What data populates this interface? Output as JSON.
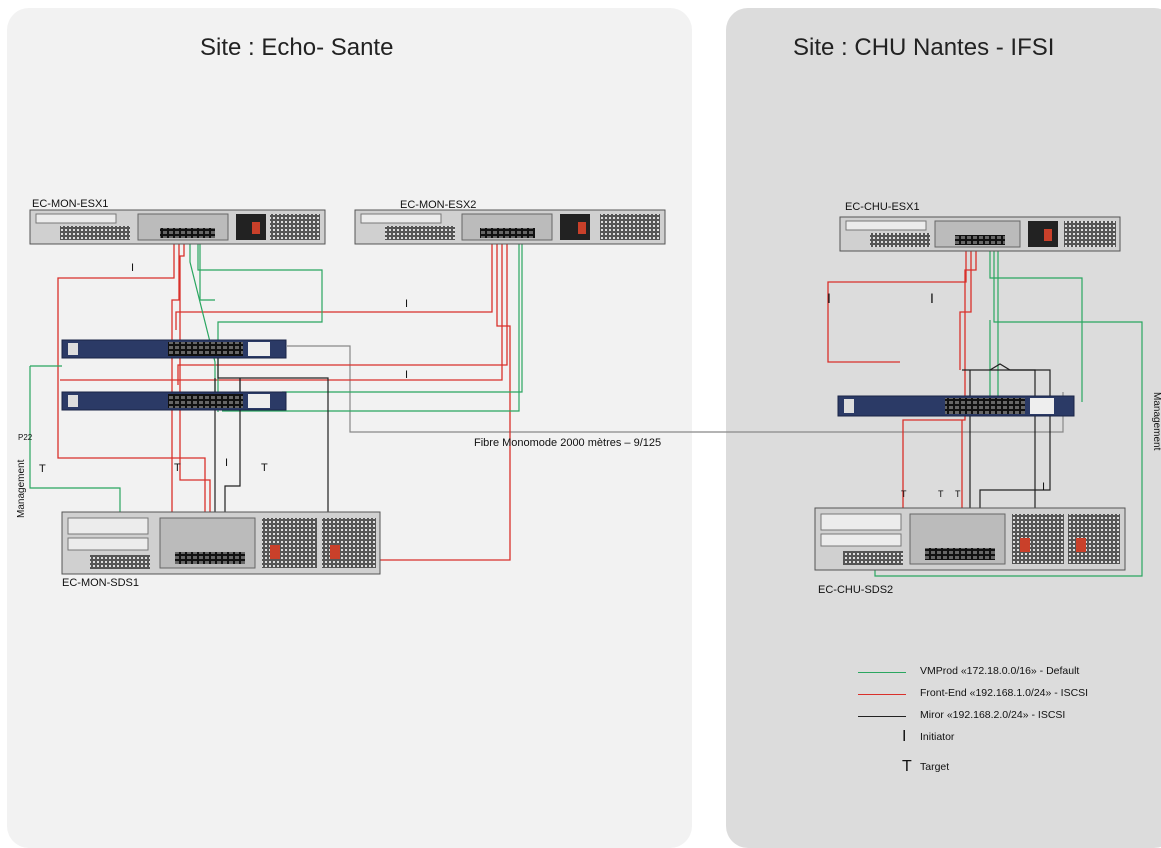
{
  "sites": [
    {
      "title": "Site : Echo- Sante"
    },
    {
      "title": "Site : CHU Nantes - IFSI"
    }
  ],
  "devices": {
    "ec_mon_esx1": "EC-MON-ESX1",
    "ec_mon_esx2": "EC-MON-ESX2",
    "ec_chu_esx1": "EC-CHU-ESX1",
    "ec_mon_sds1": "EC-MON-SDS1",
    "ec_chu_sds2": "EC-CHU-SDS2"
  },
  "link_labels": {
    "fibre": "Fibre Monomode 2000 mètres – 9/125",
    "management_left": "Management",
    "management_right": "Management",
    "p22": "P22",
    "initiator_mark": "I",
    "target_mark": "T"
  },
  "legend": [
    {
      "kind": "line",
      "color": "#2aa660",
      "label": "VMProd «172.18.0.0/16» - Default"
    },
    {
      "kind": "line",
      "color": "#d9302b",
      "label": "Front-End «192.168.1.0/24» - ISCSI"
    },
    {
      "kind": "line",
      "color": "#222222",
      "label": "Miror «192.168.2.0/24» - ISCSI"
    },
    {
      "kind": "glyph",
      "glyph": "I",
      "label": "Initiator"
    },
    {
      "kind": "glyph",
      "glyph": "T",
      "label": "Target"
    }
  ],
  "colors": {
    "vmprod": "#2aa660",
    "frontend": "#d9302b",
    "miror": "#222222",
    "fibre": "#888888",
    "switch_body": "#2b3a66"
  }
}
